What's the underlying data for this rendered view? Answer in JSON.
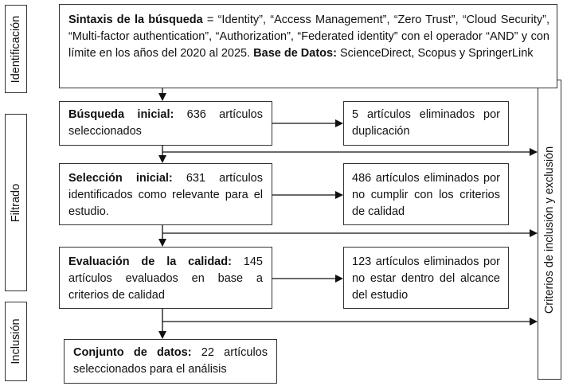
{
  "phases": {
    "identificacion": "Identificación",
    "filtrado": "Filtrado",
    "inclusion": "Inclusión"
  },
  "criteria_label": "Criterios de inclusión y exclusión",
  "boxes": {
    "search": {
      "bold1": "Sintaxis de la búsqueda",
      "text1": " = “Identity”, “Access Management”, “Zero Trust”, “Cloud Security”, “Multi-factor authentication”, “Authorization”, “Federated identity” con el operador “AND” y con límite en los años del 2020 al 2025. ",
      "bold2": "Base de Datos:",
      "text2": " ScienceDirect, Scopus y SpringerLink"
    },
    "initial_search": {
      "bold": "Búsqueda inicial:",
      "text": " 636 artículos seleccionados"
    },
    "duplicates": {
      "text": "5 artículos eliminados por duplicación"
    },
    "initial_selection": {
      "bold": "Selección inicial:",
      "text": " 631 artículos identificados como relevante para el estudio."
    },
    "quality_removed": {
      "text": "486 artículos eliminados por no cumplir con los criterios de calidad"
    },
    "quality_eval": {
      "bold": "Evaluación de la calidad:",
      "text": " 145 artículos evaluados en base a criterios de calidad"
    },
    "scope_removed": {
      "text": "123 artículos eliminados por no estar dentro del alcance del estudio"
    },
    "dataset": {
      "bold": "Conjunto de datos:",
      "text": " 22 artículos seleccionados para el análisis"
    }
  }
}
